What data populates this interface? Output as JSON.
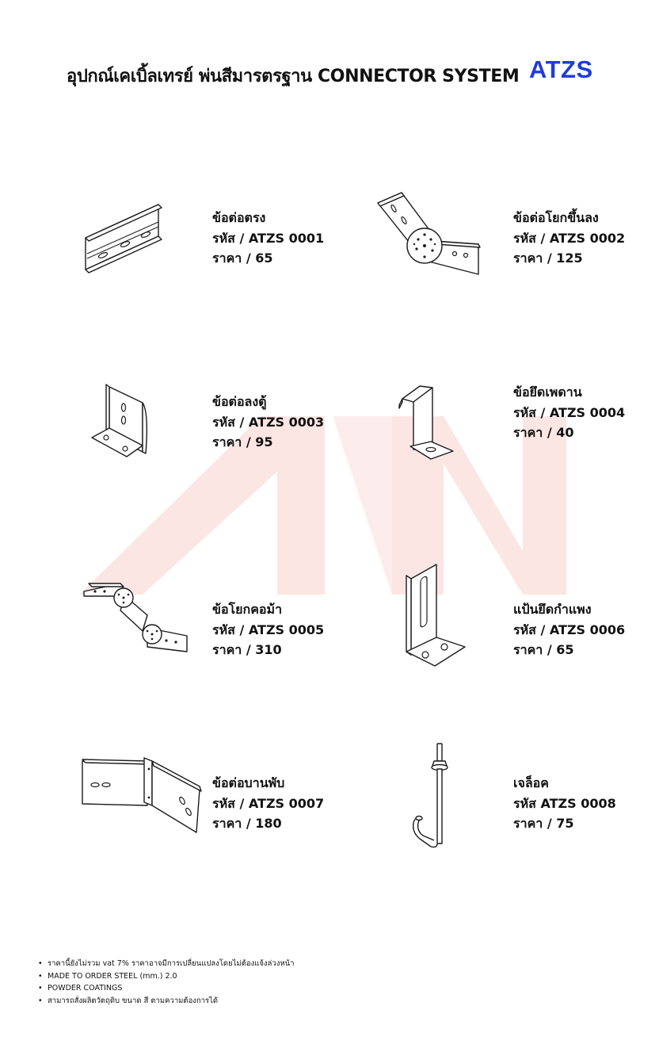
{
  "header": {
    "title": "อุปกณ์เคเบิ้ลเทรย์ พ่นสีมารตรฐาน CONNECTOR SYSTEM",
    "brand": "ATZS",
    "brand_color": "#1f3dd8"
  },
  "watermark": {
    "text": "AN",
    "color": "#fbe6e4"
  },
  "products": [
    {
      "name": "ข้อต่อตรง",
      "code": "รหัส / ATZS 0001",
      "price": "ราคา / 65",
      "icon": "straight-connector-icon"
    },
    {
      "name": "ข้อต่อโยกขึ้นลง",
      "code": "รหัส / ATZS 0002",
      "price": "ราคา / 125",
      "icon": "vertical-hinge-connector-icon"
    },
    {
      "name": "ข้อต่อลงตู้",
      "code": "รหัส / ATZS 0003",
      "price": "ราคา / 95",
      "icon": "cabinet-drop-connector-icon"
    },
    {
      "name": "ข้อยึดเพดาน",
      "code": "รหัส / ATZS 0004",
      "price": "ราคา / 40",
      "icon": "ceiling-bracket-icon"
    },
    {
      "name": "ข้อโยกคอม้า",
      "code": "รหัส / ATZS 0005",
      "price": "ราคา / 310",
      "icon": "gooseneck-hinge-connector-icon"
    },
    {
      "name": "แป้นยึดกำแพง",
      "code": "รหัส / ATZS 0006",
      "price": "ราคา / 65",
      "icon": "wall-mount-bracket-icon"
    },
    {
      "name": "ข้อต่อบานพับ",
      "code": "รหัส / ATZS 0007",
      "price": "ราคา / 180",
      "icon": "horizontal-hinge-connector-icon"
    },
    {
      "name": "เจล็อค",
      "code": "รหัส ATZS 0008",
      "price": "ราคา / 75",
      "icon": "j-hook-bolt-icon"
    }
  ],
  "notes": [
    "ราคานี้ยังไม่รวม vat 7%  ราคาอาจมีการเปลี่ยนแปลงโดยไม่ต้องแจ้งล่วงหน้า",
    "MADE TO ORDER STEEL (mm.) 2.0",
    "POWDER COATINGS",
    "สามารถสั่งผลิตวัตถุดิบ ขนาด สี ตามความต้องการได้"
  ]
}
